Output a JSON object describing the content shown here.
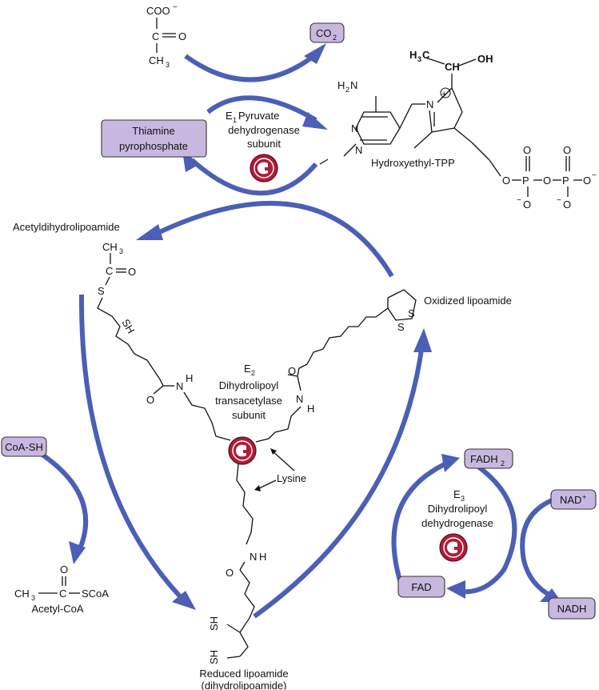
{
  "colors": {
    "arrow": "#4a5fb5",
    "box_fill": "#c8b8e0",
    "enzyme_red": "#b01c3a"
  },
  "icons": {
    "enzyme": "enzyme-symbol-icon"
  },
  "e1": {
    "label_line1_pre": "E",
    "label_line1_sub": "1",
    "label_line1_post": " Pyruvate",
    "label_line2": "dehydrogenase",
    "label_line3": "subunit"
  },
  "pyruvate": {
    "coo": "COO",
    "coo_charge": "−",
    "c": "C",
    "o": "O",
    "ch3": "CH",
    "ch3_sub": "3"
  },
  "co2": {
    "text": "CO",
    "sub": "2"
  },
  "tpp_box": {
    "line1": "Thiamine",
    "line2": "pyrophosphate"
  },
  "hetpp": {
    "label": "Hydroxyethyl-TPP",
    "h3c": "H",
    "h3c_sub": "3",
    "h3c_c": "C",
    "ch": "CH",
    "oh": "OH",
    "h2n": "H",
    "h2n_sub": "2",
    "h2n_n": "N",
    "n1": "N",
    "n2": "N",
    "n_plus": "N",
    "plus": "+",
    "o_eq1": "O",
    "o_eq2": "O",
    "o1": "O",
    "p1": "P",
    "o2": "O",
    "p2": "P",
    "o_end": "O",
    "minus1": "−",
    "minus2": "−",
    "minus3": "−",
    "o_b1": "O",
    "o_b2": "O"
  },
  "acetyldihydrolipoamide": {
    "label": "Acetyldihydrolipoamide",
    "ch3": "CH",
    "ch3_sub": "3",
    "c": "C",
    "o": "O",
    "s": "S",
    "sh": "SH",
    "o2": "O",
    "nh": "N",
    "h": "H"
  },
  "oxidized": {
    "label": "Oxidized lipoamide",
    "s1": "S",
    "s2": "S",
    "o": "O",
    "n": "N",
    "h": "H"
  },
  "e2": {
    "label_line1_pre": "E",
    "label_line1_sub": "2",
    "label_line2": "Dihydrolipoyl",
    "label_line3": "transacetylase",
    "label_line4": "subunit",
    "lysine": "Lysine"
  },
  "reduced": {
    "label_line1": "Reduced lipoamide",
    "label_line2": "(dihydrolipoamide)",
    "sh1": "SH",
    "sh2": "SH",
    "o": "O",
    "n": "N",
    "h": "H"
  },
  "coash": {
    "text": "CoA-SH"
  },
  "acetylcoa": {
    "ch3": "CH",
    "ch3_sub": "3",
    "c": "C",
    "o": "O",
    "scoa": "SCoA",
    "label": "Acetyl-CoA"
  },
  "e3": {
    "label_line1_pre": "E",
    "label_line1_sub": "3",
    "label_line2": "Dihydrolipoyl",
    "label_line3": "dehydrogenase"
  },
  "fadh2": {
    "text": "FADH",
    "sub": "2"
  },
  "fad": {
    "text": "FAD"
  },
  "nad": {
    "text": "NAD",
    "sup": "+"
  },
  "nadh": {
    "text": "NADH"
  }
}
